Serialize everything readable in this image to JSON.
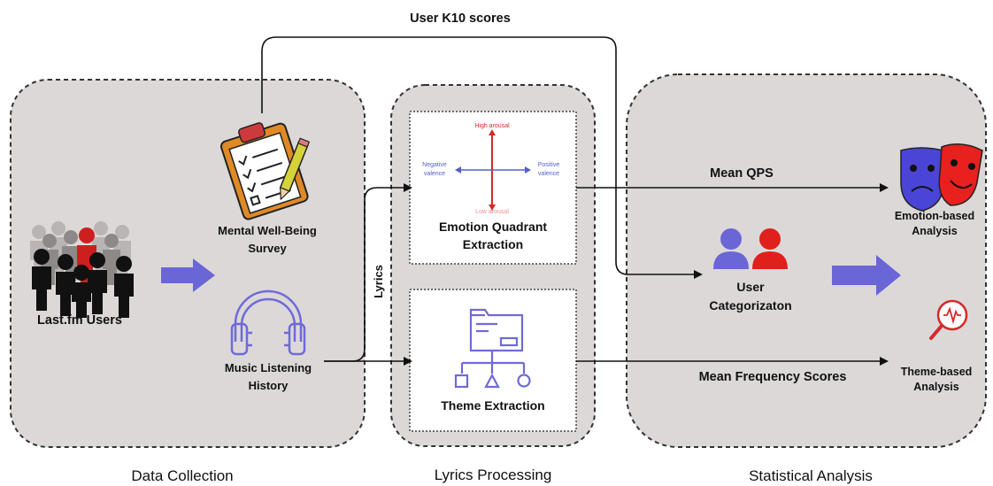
{
  "sections": {
    "data_collection": "Data Collection",
    "lyrics_processing": "Lyrics Processing",
    "statistical_analysis": "Statistical Analysis"
  },
  "labels": {
    "users": "Last.fm Users",
    "survey_line1": "Mental Well-Being",
    "survey_line2": "Survey",
    "history_line1": "Music Listening",
    "history_line2": "History",
    "lyrics": "Lyrics",
    "emotion_line1": "Emotion Quadrant",
    "emotion_line2": "Extraction",
    "theme": "Theme Extraction",
    "k10": "User K10 scores",
    "mean_qps": "Mean QPS",
    "mean_freq": "Mean Frequency Scores",
    "user_cat_line1": "User",
    "user_cat_line2": "Categorizaton",
    "emotion_analysis_line1": "Emotion-based",
    "emotion_analysis_line2": "Analysis",
    "theme_analysis_line1": "Theme-based",
    "theme_analysis_line2": "Analysis"
  },
  "quadrant": {
    "high": "High arousal",
    "low": "Low arousal",
    "neg_line1": "Negative",
    "neg_line2": "valence",
    "pos_line1": "Positive",
    "pos_line2": "valence"
  },
  "colors": {
    "panel_bg": "#dcd8d8",
    "accent_blue": "#6b66d6",
    "accent_red": "#e0201c",
    "quadrant_red": "#d42a2a",
    "quadrant_blue": "#5560c8",
    "icon_purple": "#6f6ad8"
  },
  "icons": [
    "people-icon",
    "clipboard-icon",
    "headphones-icon",
    "folder-tree-icon",
    "masks-icon",
    "users-icon",
    "magnifier-icon"
  ]
}
